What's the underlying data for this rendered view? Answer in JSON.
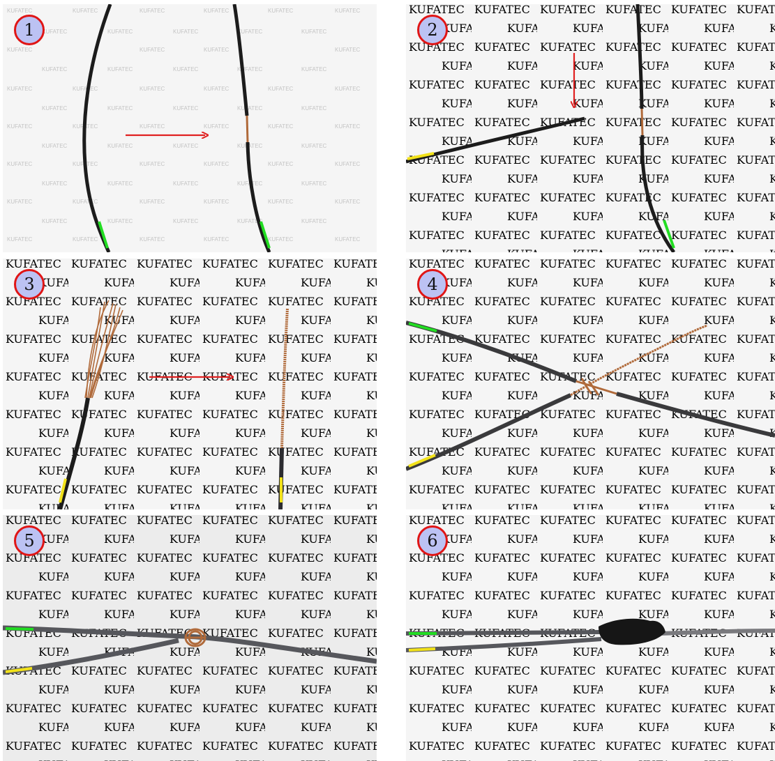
{
  "watermark": {
    "text": "KUFATEC",
    "color": "#c4c4c4"
  },
  "badge_style": {
    "fill": "#bcc2f3",
    "ring": "#e01515"
  },
  "colors": {
    "cable_black": "#1c1c1c",
    "cable_grey": "#3a3a3c",
    "copper": "#b06a3a",
    "arrow_red": "#e02020",
    "marker_green": "#22dd22",
    "marker_yellow": "#f2e21a",
    "tape_black": "#161616"
  },
  "steps": [
    {
      "number": "1",
      "content": "Single black cable with green marker; arrow points to cable with section of insulation removed exposing copper",
      "icons": [
        "black-cable",
        "arrow-right-icon",
        "stripped-cable"
      ]
    },
    {
      "number": "2",
      "content": "Black cable with yellow marker placed with its end near the stripped section; downward arrow",
      "icons": [
        "black-cable",
        "arrow-down-icon",
        "stripped-cable"
      ]
    },
    {
      "number": "3",
      "content": "Cable end with frayed copper strands; arrow points to twisted copper strands",
      "icons": [
        "frayed-copper",
        "arrow-right-icon",
        "twisted-copper"
      ]
    },
    {
      "number": "4",
      "content": "Copper end wrapped around the stripped section of the other cable",
      "icons": [
        "green-cable",
        "yellow-cable",
        "wrapped-joint"
      ]
    },
    {
      "number": "5",
      "content": "Close-up of the wrapped copper joint between two grey cables",
      "icons": [
        "green-cable",
        "yellow-cable",
        "copper-joint"
      ]
    },
    {
      "number": "6",
      "content": "Joint covered with black fabric tape",
      "icons": [
        "green-cable",
        "yellow-cable",
        "tape-wrap"
      ]
    }
  ]
}
